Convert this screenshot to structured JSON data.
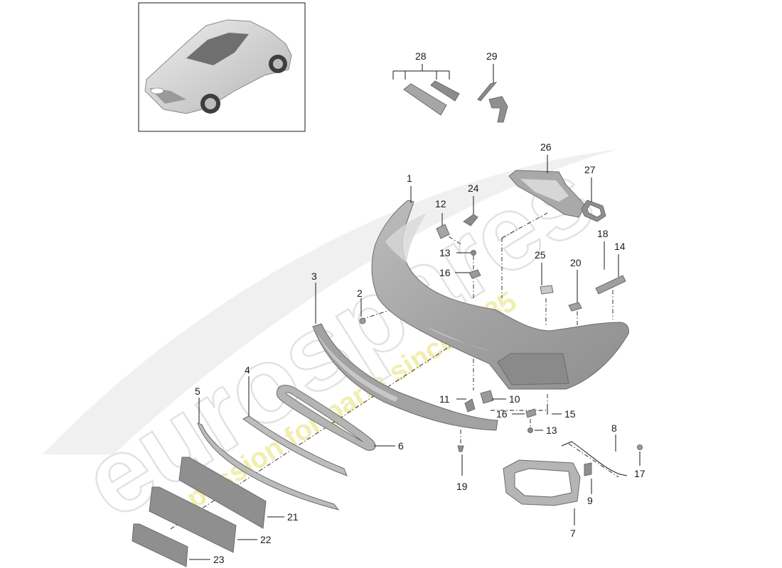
{
  "watermark": {
    "brand": "eurospares",
    "tagline": "a passion for parts since 1985"
  },
  "colors": {
    "part_fill": "#a7a7a7",
    "part_light": "#cfcfcf",
    "part_dark": "#7e7e7e",
    "line": "#1a1a1a",
    "watermark_grey": "#e9e9e9",
    "watermark_yellow": "#f1eeb0"
  },
  "callouts": {
    "c1": "1",
    "c2": "2",
    "c3": "3",
    "c4": "4",
    "c5": "5",
    "c6": "6",
    "c7": "7",
    "c8": "8",
    "c9": "9",
    "c10": "10",
    "c11": "11",
    "c12": "12",
    "c13a": "13",
    "c13b": "13",
    "c14": "14",
    "c15": "15",
    "c16a": "16",
    "c16b": "16",
    "c17": "17",
    "c18": "18",
    "c19": "19",
    "c20": "20",
    "c21": "21",
    "c22": "22",
    "c23": "23",
    "c24": "24",
    "c25": "25",
    "c26": "26",
    "c27": "27",
    "c28": "28",
    "c29": "29"
  }
}
